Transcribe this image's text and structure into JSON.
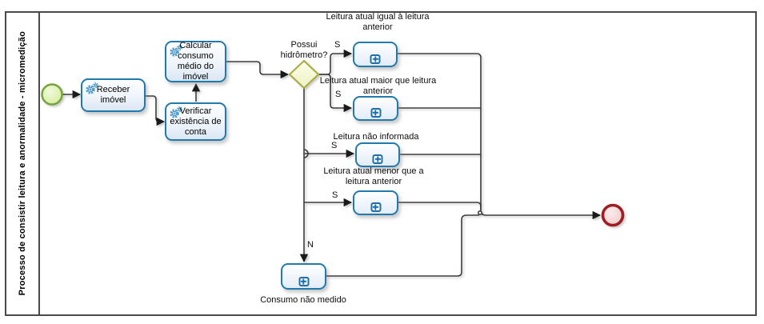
{
  "pool": {
    "label": "Processo de consistir leitura e anormalidade - micromedição"
  },
  "tasks": {
    "receber": "Receber imóvel",
    "calcular": "Calcular consumo médio do imóvel",
    "verificar": "Verificar existência de conta"
  },
  "gateway": {
    "label": "Possui hidrômetro?",
    "yes": "S",
    "no": "N"
  },
  "subprocesses": {
    "igual": "Leitura atual igual à leitura anterior",
    "maior": "Leitura atual maior que leitura anterior",
    "nao_informada": "Leitura não informada",
    "menor": "Leitura atual menor que a leitura anterior",
    "nao_medido": "Consumo não medido"
  },
  "colors": {
    "task_border": "#2279ac",
    "task_fill": "#dbe7f5",
    "gateway_border": "#a7ab3e",
    "gateway_fill": "#f6f8cf",
    "start_border": "#77a43c",
    "start_fill": "#d9ef9f",
    "end_border": "#9f1d22",
    "end_fill": "#f5d9d9",
    "connector": "#3c3c3c"
  }
}
